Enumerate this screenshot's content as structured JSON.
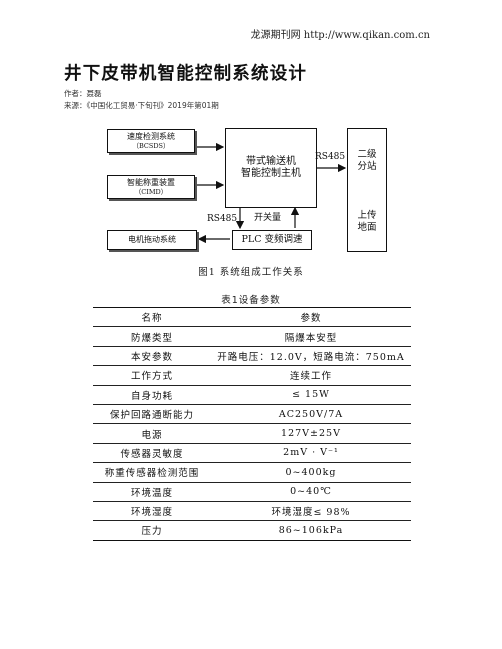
{
  "header": {
    "url": "龙源期刊网 http://www.qikan.com.cn"
  },
  "article": {
    "title": "井下皮带机智能控制系统设计",
    "author": "作者：聂磊",
    "source": "来源：《中国化工贸易·下旬刊》2019年第01期"
  },
  "figure": {
    "boxes": {
      "speed_line1": "速度检测系统",
      "speed_line2": "（BCSDS）",
      "weigh_line1": "智能称重装置",
      "weigh_line2": "（CIMD）",
      "main_line1": "带式输送机",
      "main_line2": "智能控制主机",
      "station_line1": "二级",
      "station_line2": "分站",
      "upload_line1": "上传",
      "upload_line2": "地面",
      "motor": "电机拖动系统",
      "plc": "PLC 变频调速"
    },
    "labels": {
      "rs485_right": "RS485",
      "rs485_bottom": "RS485",
      "switch": "开关量"
    },
    "caption": "图1  系统组成工作关系"
  },
  "table": {
    "caption": "表1设备参数",
    "headers": [
      "名称",
      "参数"
    ],
    "rows": [
      [
        "防爆类型",
        "隔爆本安型"
      ],
      [
        "本安参数",
        "开路电压：12.0V，短路电流：750mA"
      ],
      [
        "工作方式",
        "连续工作"
      ],
      [
        "自身功耗",
        "≤ 15W"
      ],
      [
        "保护回路通断能力",
        "AC250V/7A"
      ],
      [
        "电源",
        "127V±25V"
      ],
      [
        "传感器灵敏度",
        "2mV · V⁻¹"
      ],
      [
        "称重传感器检测范围",
        "0~400kg"
      ],
      [
        "环境温度",
        "0~40℃"
      ],
      [
        "环境湿度",
        "环境湿度≤ 98%"
      ],
      [
        "压力",
        "86~106kPa"
      ]
    ]
  }
}
